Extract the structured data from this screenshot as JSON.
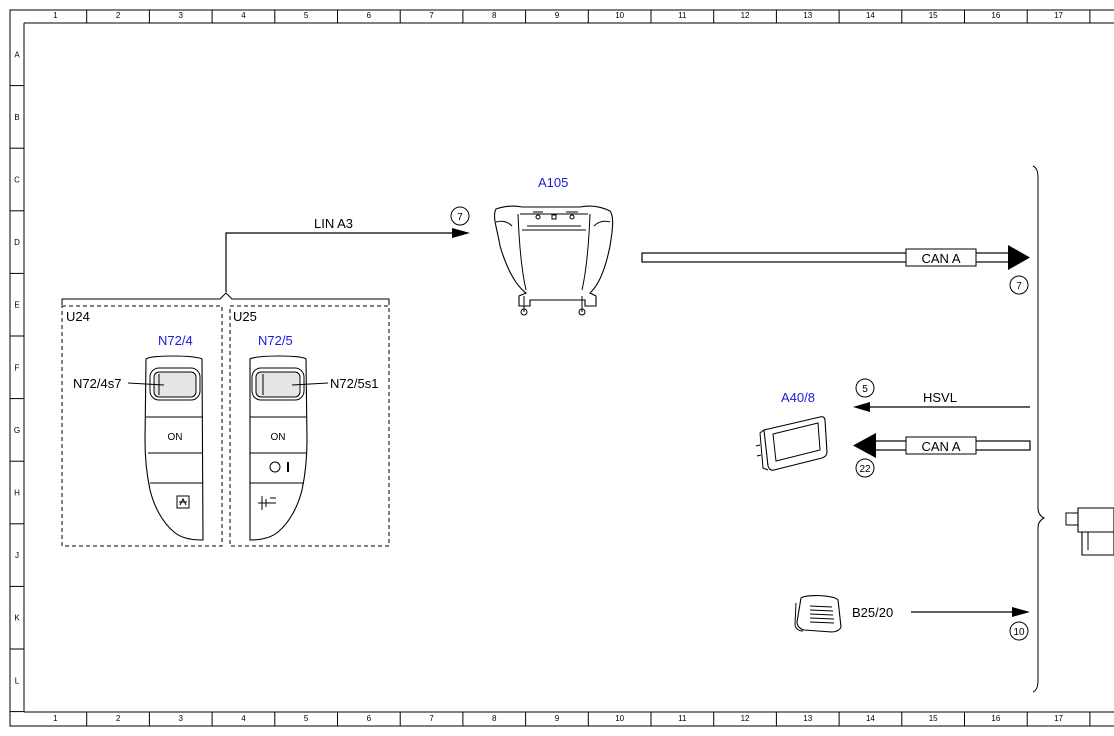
{
  "grid": {
    "columns": [
      "1",
      "2",
      "3",
      "4",
      "5",
      "6",
      "7",
      "8",
      "9",
      "10",
      "11",
      "12",
      "13",
      "14",
      "15",
      "16",
      "17"
    ],
    "rows": [
      "A",
      "B",
      "C",
      "D",
      "E",
      "F",
      "G",
      "H",
      "J",
      "K",
      "L"
    ]
  },
  "components": {
    "a105": {
      "label": "A105"
    },
    "u24": {
      "label": "U24"
    },
    "u25": {
      "label": "U25"
    },
    "n72_4": {
      "label": "N72/4",
      "switch_label": "N72/4s7",
      "on_label": "ON"
    },
    "n72_5": {
      "label": "N72/5",
      "switch_label": "N72/5s1",
      "on_label": "ON"
    },
    "a40_8": {
      "label": "A40/8"
    },
    "b25_20": {
      "label": "B25/20"
    }
  },
  "connections": {
    "lin": {
      "label": "LIN A3",
      "ref": "7"
    },
    "can_out": {
      "label": "CAN A",
      "ref": "7"
    },
    "hsvl": {
      "label": "HSVL",
      "ref": "5"
    },
    "can_in": {
      "label": "CAN A",
      "ref": "22"
    },
    "b25_line": {
      "ref": "10"
    }
  }
}
